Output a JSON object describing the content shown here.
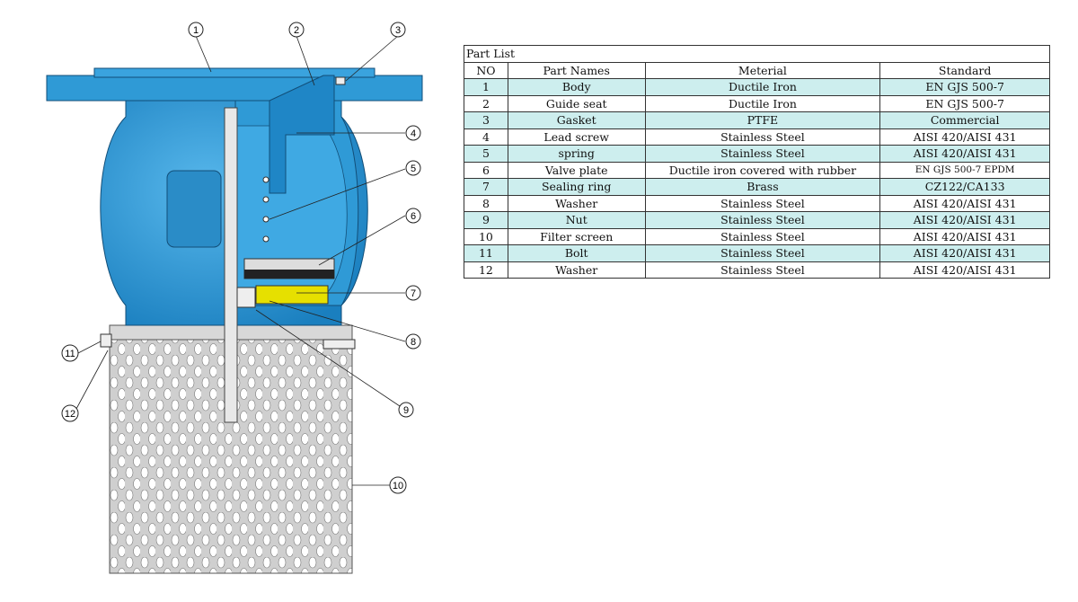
{
  "diagram": {
    "callouts": [
      "1",
      "2",
      "3",
      "4",
      "5",
      "6",
      "7",
      "8",
      "9",
      "10",
      "11",
      "12"
    ],
    "colors": {
      "body": "#2f9ad6",
      "body_dark": "#1a78b4",
      "screen": "#c8c8c8",
      "sealing_ring": "#e6e000",
      "table_highlight": "#cdeeee"
    }
  },
  "part_list": {
    "title": "Part List",
    "headers": [
      "NO",
      "Part Names",
      "Meterial",
      "Standard"
    ],
    "rows": [
      [
        "1",
        "Body",
        "Ductile Iron",
        "EN GJS 500-7"
      ],
      [
        "2",
        "Guide seat",
        "Ductile Iron",
        "EN GJS 500-7"
      ],
      [
        "3",
        "Gasket",
        "PTFE",
        "Commercial"
      ],
      [
        "4",
        "Lead screw",
        "Stainless Steel",
        "AISI 420/AISI 431"
      ],
      [
        "5",
        "spring",
        "Stainless Steel",
        "AISI 420/AISI 431"
      ],
      [
        "6",
        "Valve plate",
        "Ductile iron covered with rubber",
        "EN GJS 500-7 EPDM"
      ],
      [
        "7",
        "Sealing ring",
        "Brass",
        "CZ122/CA133"
      ],
      [
        "8",
        "Washer",
        "Stainless Steel",
        "AISI 420/AISI 431"
      ],
      [
        "9",
        "Nut",
        "Stainless Steel",
        "AISI 420/AISI 431"
      ],
      [
        "10",
        "Filter screen",
        "Stainless Steel",
        "AISI 420/AISI 431"
      ],
      [
        "11",
        "Bolt",
        "Stainless Steel",
        "AISI 420/AISI 431"
      ],
      [
        "12",
        "Washer",
        "Stainless Steel",
        "AISI 420/AISI 431"
      ]
    ]
  }
}
